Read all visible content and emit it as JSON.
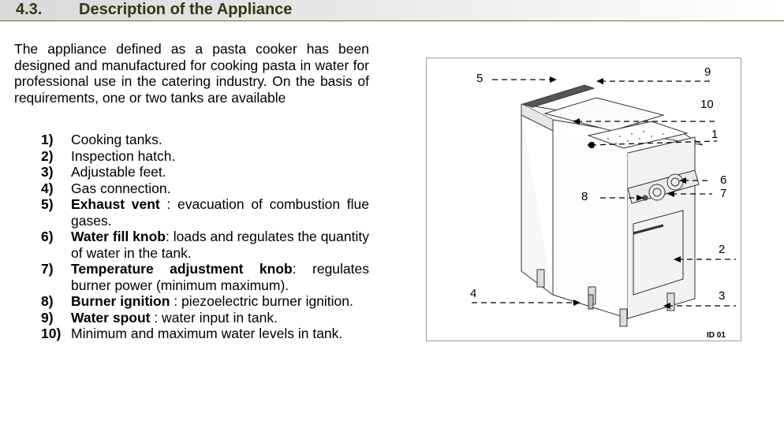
{
  "section": {
    "number": "4.3.",
    "title": "Description of the Appliance"
  },
  "intro": "The appliance defined as a pasta cooker has been designed and manufactured for cooking pasta in water for professional use in the catering industry. On the basis of requirements, one or two tanks are available",
  "items": [
    {
      "num": "1)",
      "bold": "",
      "text": "Cooking tanks."
    },
    {
      "num": "2)",
      "bold": "",
      "text": "Inspection hatch."
    },
    {
      "num": "3)",
      "bold": "",
      "text": "Adjustable feet."
    },
    {
      "num": "4)",
      "bold": "",
      "text": "Gas connection."
    },
    {
      "num": "5)",
      "bold": "Exhaust vent",
      "text": " : evacuation of combustion flue gases."
    },
    {
      "num": "6)",
      "bold": "Water fill knob",
      "text": ": loads and regulates the quantity of water in the tank."
    },
    {
      "num": "7)",
      "bold": "Temperature adjustment knob",
      "text": ": regulates burner power (minimum maximum)."
    },
    {
      "num": "8)",
      "bold": "Burner ignition",
      "text": " : piezoelectric burner ignition."
    },
    {
      "num": "9)",
      "bold": "Water spout",
      "text": " : water input in tank."
    },
    {
      "num": "10)",
      "bold": "",
      "text": "Minimum and maximum water levels in tank."
    }
  ],
  "figure": {
    "labels": [
      "1",
      "2",
      "3",
      "4",
      "5",
      "6",
      "7",
      "8",
      "9",
      "10"
    ],
    "id": "ID 01"
  }
}
